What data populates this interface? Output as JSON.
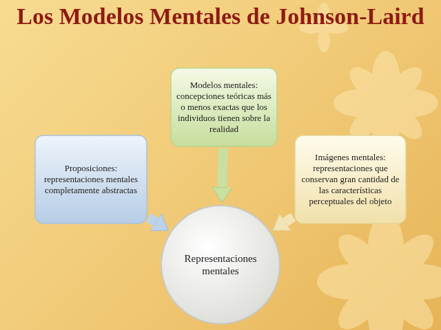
{
  "diagram": {
    "title": "Los Modelos Mentales de Johnson-Laird",
    "nodes": [
      {
        "text": [
          "Modelos mentales: concepciones teóricas más o menos exactas que los individuos tienen sobre la realidad"
        ]
      },
      {
        "text": [
          "Proposiciones: representaciones mentales completamente abstractas"
        ]
      },
      {
        "text": [
          "Imágenes mentales: representaciones que conservan gran cantidad de las características perceptuales del objeto"
        ]
      },
      {
        "text": [
          "Representaciones mentales"
        ]
      }
    ],
    "edges": [
      {
        "from": 0,
        "to": 3,
        "arrow": "to"
      },
      {
        "from": 1,
        "to": 3,
        "arrow": "to"
      },
      {
        "from": 2,
        "to": 3,
        "arrow": "to"
      }
    ]
  }
}
